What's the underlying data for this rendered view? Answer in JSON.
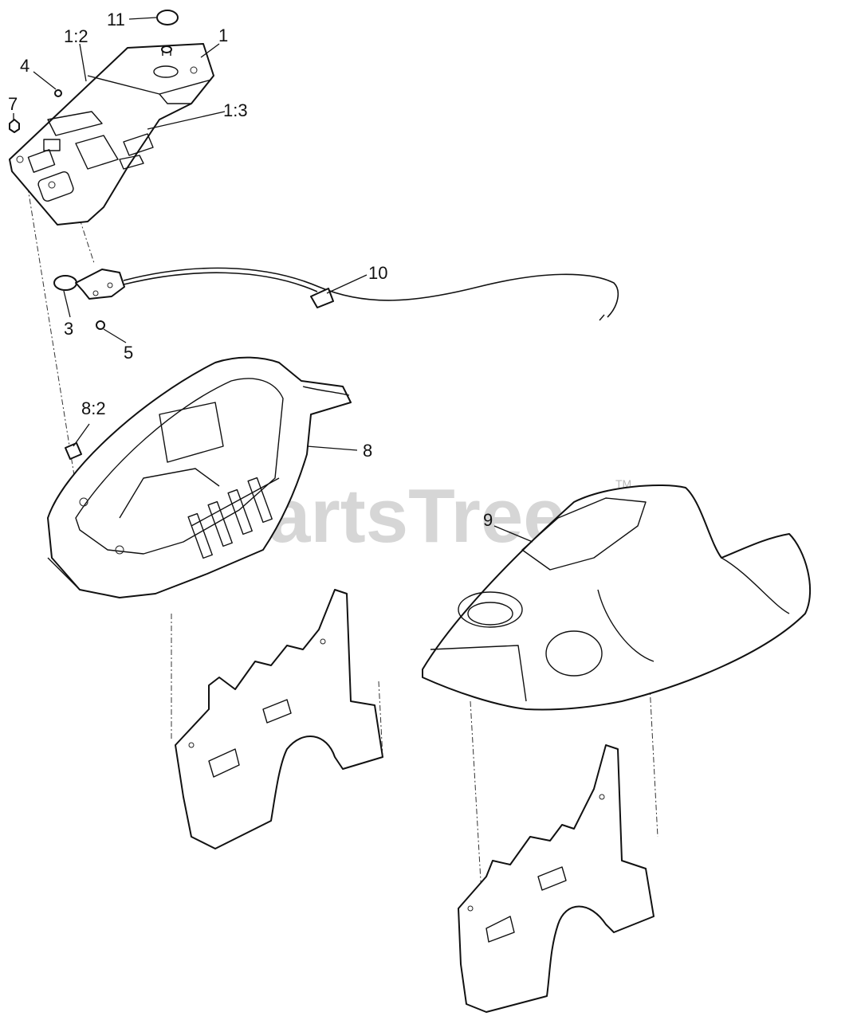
{
  "watermark": {
    "brand": "PartsTree",
    "trademark": "TM"
  },
  "callouts": {
    "c11": "11",
    "c1_2": "1:2",
    "c1": "1",
    "c4": "4",
    "c7": "7",
    "c1_3": "1:3",
    "c10": "10",
    "c3": "3",
    "c5": "5",
    "c8_2": "8:2",
    "c8": "8",
    "c9": "9"
  }
}
